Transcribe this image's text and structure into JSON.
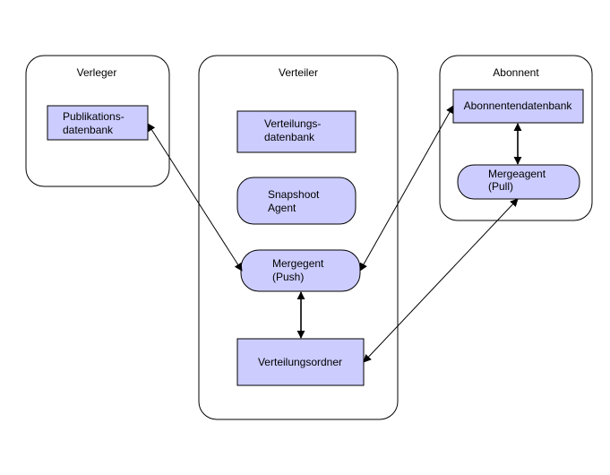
{
  "containers": {
    "verleger": {
      "label": "Verleger"
    },
    "verteiler": {
      "label": "Verteiler"
    },
    "abonnent": {
      "label": "Abonnent"
    }
  },
  "nodes": {
    "publikationsdatenbank": {
      "lines": [
        "Publikations-",
        "datenbank"
      ]
    },
    "verteilungsdatenbank": {
      "lines": [
        "Verteilungs-",
        "datenbank"
      ]
    },
    "snapshoot_agent": {
      "lines": [
        "Snapshoot",
        "Agent"
      ]
    },
    "mergeagent_push": {
      "lines": [
        "Mergegent",
        "(Push)"
      ]
    },
    "verteilungsordner": {
      "lines": [
        "Verteilungsordner"
      ]
    },
    "abonnentendatenbank": {
      "lines": [
        "Abonnentendatenbank"
      ]
    },
    "mergeagent_pull": {
      "lines": [
        "Mergeagent",
        "(Pull)"
      ]
    }
  },
  "colors": {
    "node_fill": "#ccccff",
    "stroke": "#000000",
    "background": "#ffffff"
  }
}
